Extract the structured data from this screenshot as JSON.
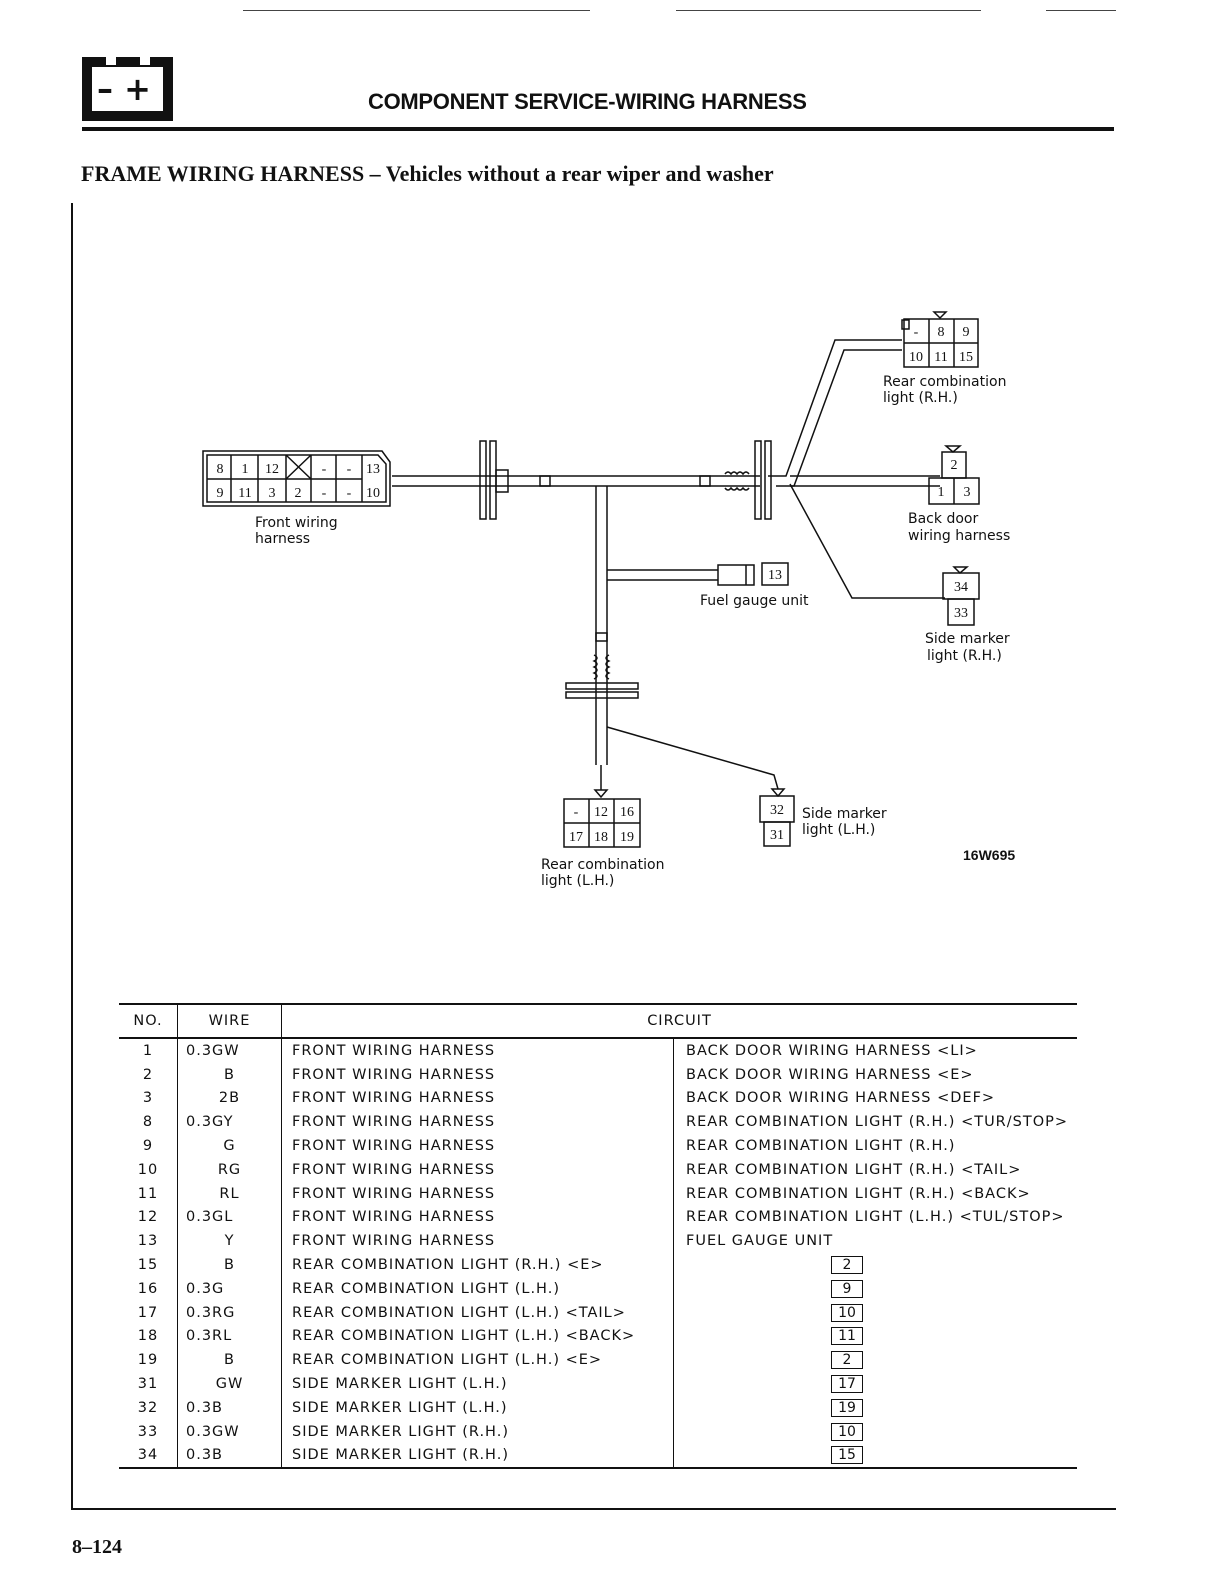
{
  "header": {
    "title": "COMPONENT SERVICE-WIRING HARNESS",
    "icon_symbol": "– +",
    "icon": "battery-icon"
  },
  "section": {
    "title": "FRAME WIRING HARNESS – Vehicles without a rear wiper and washer"
  },
  "diagram": {
    "figure_code": "16W695",
    "connectors": {
      "front": {
        "label_line1": "Front wiring",
        "label_line2": "harness",
        "top_pins": [
          "8",
          "1",
          "12",
          "",
          "-",
          "-",
          "13"
        ],
        "bottom_pins": [
          "9",
          "11",
          "3",
          "2",
          "-",
          "-",
          "10"
        ]
      },
      "rear_rh": {
        "label_line1": "Rear combination",
        "label_line2": "light (R.H.)",
        "top_pins": [
          "-",
          "8",
          "9"
        ],
        "bottom_pins": [
          "10",
          "11",
          "15"
        ]
      },
      "back_door": {
        "label_line1": "Back door",
        "label_line2": "wiring harness",
        "top_pins": [
          "2"
        ],
        "bottom_pins": [
          "1",
          "3"
        ]
      },
      "fuel_gauge": {
        "label": "Fuel gauge unit",
        "pin": "13"
      },
      "side_rh": {
        "label_line1": "Side marker",
        "label_line2": "light (R.H.)",
        "top_pin": "34",
        "bottom_pin": "33"
      },
      "rear_lh": {
        "label_line1": "Rear combination",
        "label_line2": "light (L.H.)",
        "top_pins": [
          "-",
          "12",
          "16"
        ],
        "bottom_pins": [
          "17",
          "18",
          "19"
        ]
      },
      "side_lh": {
        "label_line1": "Side marker",
        "label_line2": "light (L.H.)",
        "top_pin": "32",
        "bottom_pin": "31"
      }
    }
  },
  "table": {
    "headers": {
      "no": "NO.",
      "wire": "WIRE",
      "circuit": "CIRCUIT"
    },
    "rows": [
      {
        "no": "1",
        "wire": "0.3GW",
        "from": "FRONT WIRING HARNESS",
        "to": "BACK DOOR WIRING HARNESS <LI>",
        "to_box": ""
      },
      {
        "no": "2",
        "wire": "B",
        "from": "FRONT WIRING HARNESS",
        "to": "BACK DOOR WIRING HARNESS <E>",
        "to_box": ""
      },
      {
        "no": "3",
        "wire": "2B",
        "from": "FRONT WIRING HARNESS",
        "to": "BACK DOOR WIRING HARNESS <DEF>",
        "to_box": ""
      },
      {
        "no": "8",
        "wire": "0.3GY",
        "from": "FRONT WIRING HARNESS",
        "to": "REAR COMBINATION LIGHT (R.H.) <TUR/STOP>",
        "to_box": ""
      },
      {
        "no": "9",
        "wire": "G",
        "from": "FRONT WIRING HARNESS",
        "to": "REAR COMBINATION LIGHT (R.H.)",
        "to_box": ""
      },
      {
        "no": "10",
        "wire": "RG",
        "from": "FRONT WIRING HARNESS",
        "to": "REAR COMBINATION LIGHT (R.H.) <TAIL>",
        "to_box": ""
      },
      {
        "no": "11",
        "wire": "RL",
        "from": "FRONT WIRING HARNESS",
        "to": "REAR COMBINATION LIGHT (R.H.) <BACK>",
        "to_box": ""
      },
      {
        "no": "12",
        "wire": "0.3GL",
        "from": "FRONT WIRING HARNESS",
        "to": "REAR COMBINATION LIGHT (L.H.) <TUL/STOP>",
        "to_box": ""
      },
      {
        "no": "13",
        "wire": "Y",
        "from": "FRONT WIRING HARNESS",
        "to": "FUEL GAUGE UNIT",
        "to_box": ""
      },
      {
        "no": "15",
        "wire": "B",
        "from": "REAR COMBINATION LIGHT (R.H.) <E>",
        "to": "",
        "to_box": "2"
      },
      {
        "no": "16",
        "wire": "0.3G",
        "from": "REAR COMBINATION LIGHT (L.H.)",
        "to": "",
        "to_box": "9"
      },
      {
        "no": "17",
        "wire": "0.3RG",
        "from": "REAR COMBINATION LIGHT (L.H.) <TAIL>",
        "to": "",
        "to_box": "10"
      },
      {
        "no": "18",
        "wire": "0.3RL",
        "from": "REAR COMBINATION LIGHT (L.H.) <BACK>",
        "to": "",
        "to_box": "11"
      },
      {
        "no": "19",
        "wire": "B",
        "from": "REAR COMBINATION LIGHT (L.H.) <E>",
        "to": "",
        "to_box": "2"
      },
      {
        "no": "31",
        "wire": "GW",
        "from": "SIDE MARKER LIGHT (L.H.)",
        "to": "",
        "to_box": "17"
      },
      {
        "no": "32",
        "wire": "0.3B",
        "from": "SIDE MARKER LIGHT (L.H.)",
        "to": "",
        "to_box": "19"
      },
      {
        "no": "33",
        "wire": "0.3GW",
        "from": "SIDE MARKER LIGHT (R.H.)",
        "to": "",
        "to_box": "10"
      },
      {
        "no": "34",
        "wire": "0.3B",
        "from": "SIDE MARKER LIGHT (R.H.)",
        "to": "",
        "to_box": "15"
      }
    ]
  },
  "footer": {
    "page_number": "8–124"
  }
}
